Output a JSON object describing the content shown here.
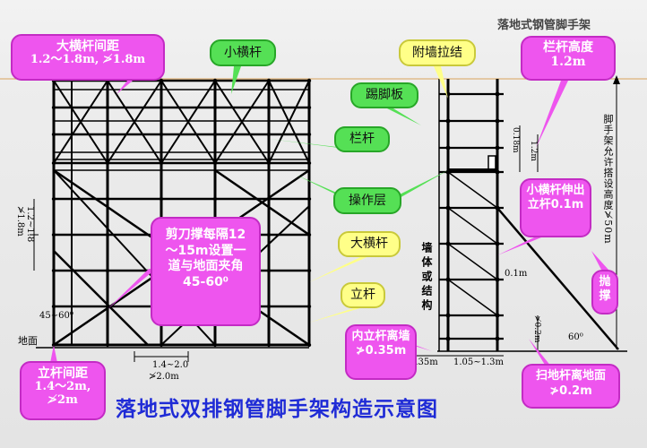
{
  "header": {
    "title": "落地式钢管脚手架"
  },
  "main_title": "落地式双排钢管脚手架构造示意图",
  "callouts": {
    "da_heng_gan_spacing": {
      "title": "大横杆间距",
      "value": "1.2～1.8m, ≯1.8m"
    },
    "xiao_heng_gan": "小横杆",
    "fu_qiang_la_jie": "附墙拉结",
    "lan_gan_height": {
      "title": "栏杆高度",
      "value": "1.2m"
    },
    "ti_jiao_ban": "踢脚板",
    "lan_gan": "栏杆",
    "cao_zuo_ceng": "操作层",
    "jian_dao_cheng": "剪刀撑每隔12～15m设置一道与地面夹角45-60⁰",
    "da_heng_gan": "大横杆",
    "li_gan": "立杆",
    "xiao_heng_gan_protrude": "小横杆伸出立杆0.1m",
    "pao_cheng": "抛撑",
    "nei_li_gan": "内立杆离墙≯0.35m",
    "li_gan_spacing": {
      "title": "立杆间距",
      "value": "1.4～2m, ≯2m"
    },
    "sao_di_gan": "扫地杆离地面≯0.2m"
  },
  "dimensions": {
    "left_vertical": "1.2~1.8 ≯1.8m",
    "bottom_span": "1.4~2.0",
    "bottom_span_max": "≯2.0m",
    "angle_left": "45~60⁰",
    "ground": "地面",
    "wall_side": "墙体或结构",
    "inner_gap": "0.35m",
    "outer_span": "1.05~1.3m",
    "guard_h1": "0.18m",
    "guard_h2": "1.2m",
    "protrude": "0.1m",
    "sweep": "≯0.2m",
    "angle_right": "60⁰",
    "height_limit": "脚手架允许搭设高度≯50m"
  }
}
